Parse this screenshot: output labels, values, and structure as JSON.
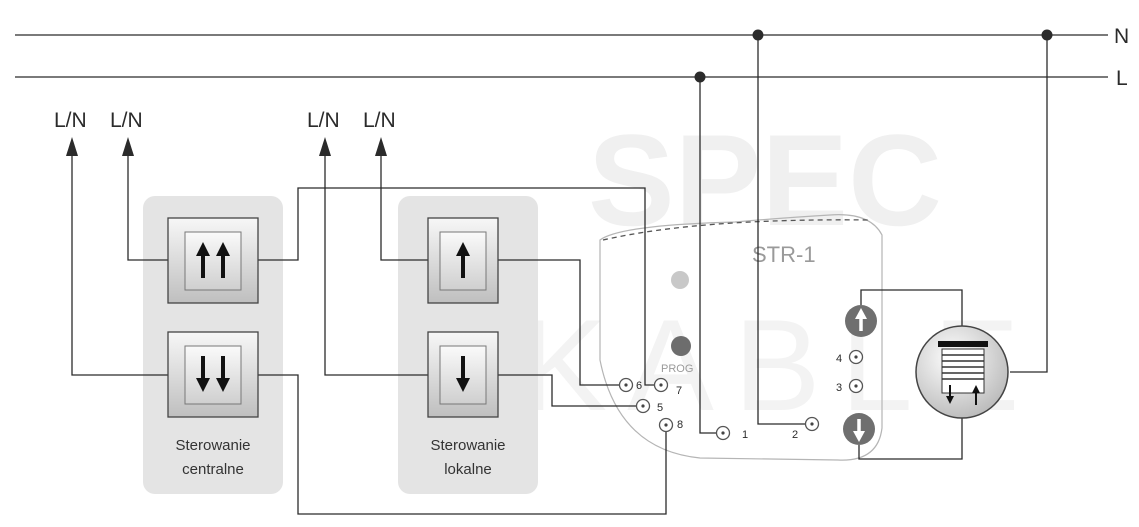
{
  "rails": {
    "n": "N",
    "l": "L"
  },
  "sources": [
    "L/N",
    "L/N",
    "L/N",
    "L/N"
  ],
  "groups": {
    "central": {
      "line1": "Sterowanie",
      "line2": "centralne"
    },
    "local": {
      "line1": "Sterowanie",
      "line2": "lokalne"
    }
  },
  "module": {
    "name": "STR-1",
    "prog_label": "PROG",
    "terminals": {
      "t1": "1",
      "t2": "2",
      "t3": "3",
      "t4": "4",
      "t5": "5",
      "t6": "6",
      "t7": "7",
      "t8": "8"
    }
  },
  "watermark": {
    "line1": "SPEC",
    "line2": "KABLE"
  },
  "icons": {
    "arrow": "arrow-icon",
    "switch_up_double": "double-up-arrow-icon",
    "switch_down_double": "double-down-arrow-icon",
    "switch_up": "up-arrow-icon",
    "switch_down": "down-arrow-icon",
    "motor": "roller-shutter-motor-icon"
  },
  "colors": {
    "wire": "#2b2b2b",
    "panel": "#e4e4e4",
    "module_text": "#9a9a9a",
    "watermark": "#f0f0f0"
  }
}
